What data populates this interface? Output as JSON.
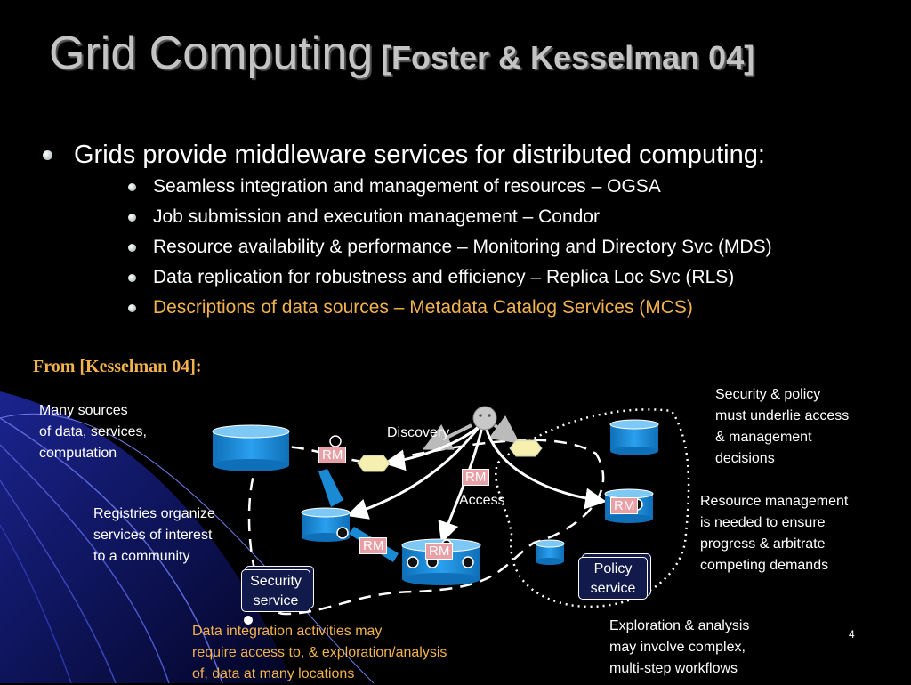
{
  "title": {
    "main": "Grid Computing",
    "citation": "[Foster & Kesselman 04]"
  },
  "bullets": {
    "main": "Grids provide middleware services for distributed computing:",
    "subs": [
      "Seamless integration and management of resources – OGSA",
      "Job submission and execution management – Condor",
      "Resource availability & performance – Monitoring and Directory Svc (MDS)",
      "Data replication for robustness and efficiency – Replica Loc Svc (RLS)",
      "Descriptions of data sources – Metadata Catalog Services (MCS)"
    ]
  },
  "from_label": "From [Kesselman 04]:",
  "notes": {
    "sources": [
      "Many sources",
      "of data, services,",
      "computation"
    ],
    "registries": [
      "Registries organize",
      "services of interest",
      "to a community"
    ],
    "integration": [
      "Data integration activities may",
      "require access to, & exploration/analysis",
      "of, data at many locations"
    ],
    "security_policy": [
      "Security & policy",
      "must underlie access",
      "& management",
      "decisions"
    ],
    "resource_mgmt": [
      "Resource management",
      "is needed to ensure",
      "progress & arbitrate",
      "competing demands"
    ],
    "exploration": [
      "Exploration & analysis",
      "may involve complex,",
      "multi-step workflows"
    ]
  },
  "diagram": {
    "discovery": "Discovery",
    "access": "Access",
    "rm": "RM",
    "security_service": [
      "Security",
      "service"
    ],
    "policy_service": [
      "Policy",
      "service"
    ]
  },
  "colors": {
    "background": "#000000",
    "accent_orange": "#f2b24c",
    "cylinder_blue": "#1a8ad4",
    "rm_pink": "#e8a0a6",
    "hexagon_yellow": "#f5f0b0"
  },
  "page_number": "4"
}
